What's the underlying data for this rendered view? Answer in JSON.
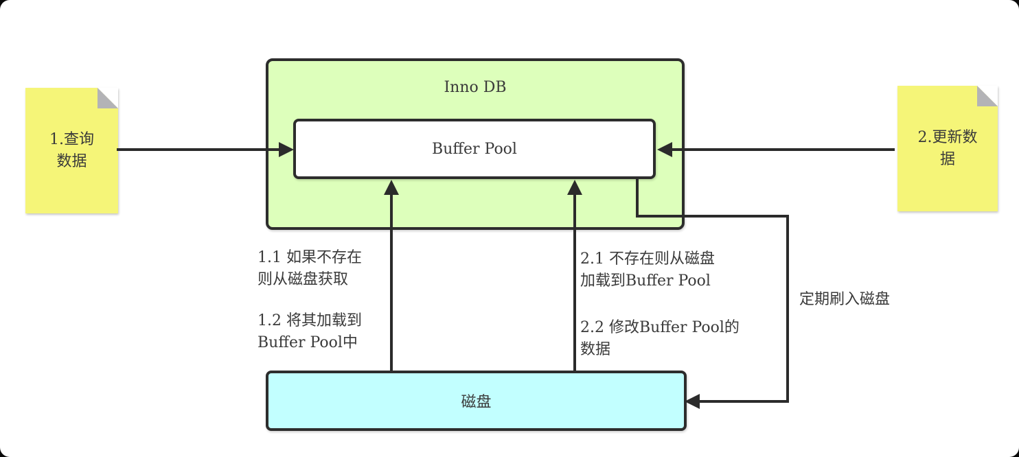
{
  "canvas": {
    "background_color": "#ffffff",
    "line_color": "#2b2b2b",
    "border_color": "#2d2d2d",
    "text_color": "#3a3a3a"
  },
  "innodb": {
    "title": "Inno DB",
    "fill_color": "#ddffbb"
  },
  "buffer_pool": {
    "label": "Buffer Pool",
    "fill_color": "#ffffff"
  },
  "disk": {
    "label": "磁盘",
    "fill_color": "#c2ffff"
  },
  "notes": {
    "query": {
      "line1": "1.查询",
      "line2": "数据",
      "fill_color": "#f5f578",
      "fold_color": "#b3b3b6"
    },
    "update": {
      "line1": "2.更新数",
      "line2": "据",
      "fill_color": "#f5f578",
      "fold_color": "#b3b3b6"
    }
  },
  "annotations": {
    "s11": {
      "line1": "1.1 如果不存在",
      "line2": "则从磁盘获取"
    },
    "s12": {
      "line1": "1.2 将其加载到",
      "line2": "Buffer Pool中"
    },
    "s21": {
      "line1": "2.1 不存在则从磁盘",
      "line2": "加载到Buffer Pool"
    },
    "s22": {
      "line1": "2.2 修改Buffer Pool的",
      "line2": "数据"
    },
    "flush": {
      "label": "定期刷入磁盘"
    }
  }
}
